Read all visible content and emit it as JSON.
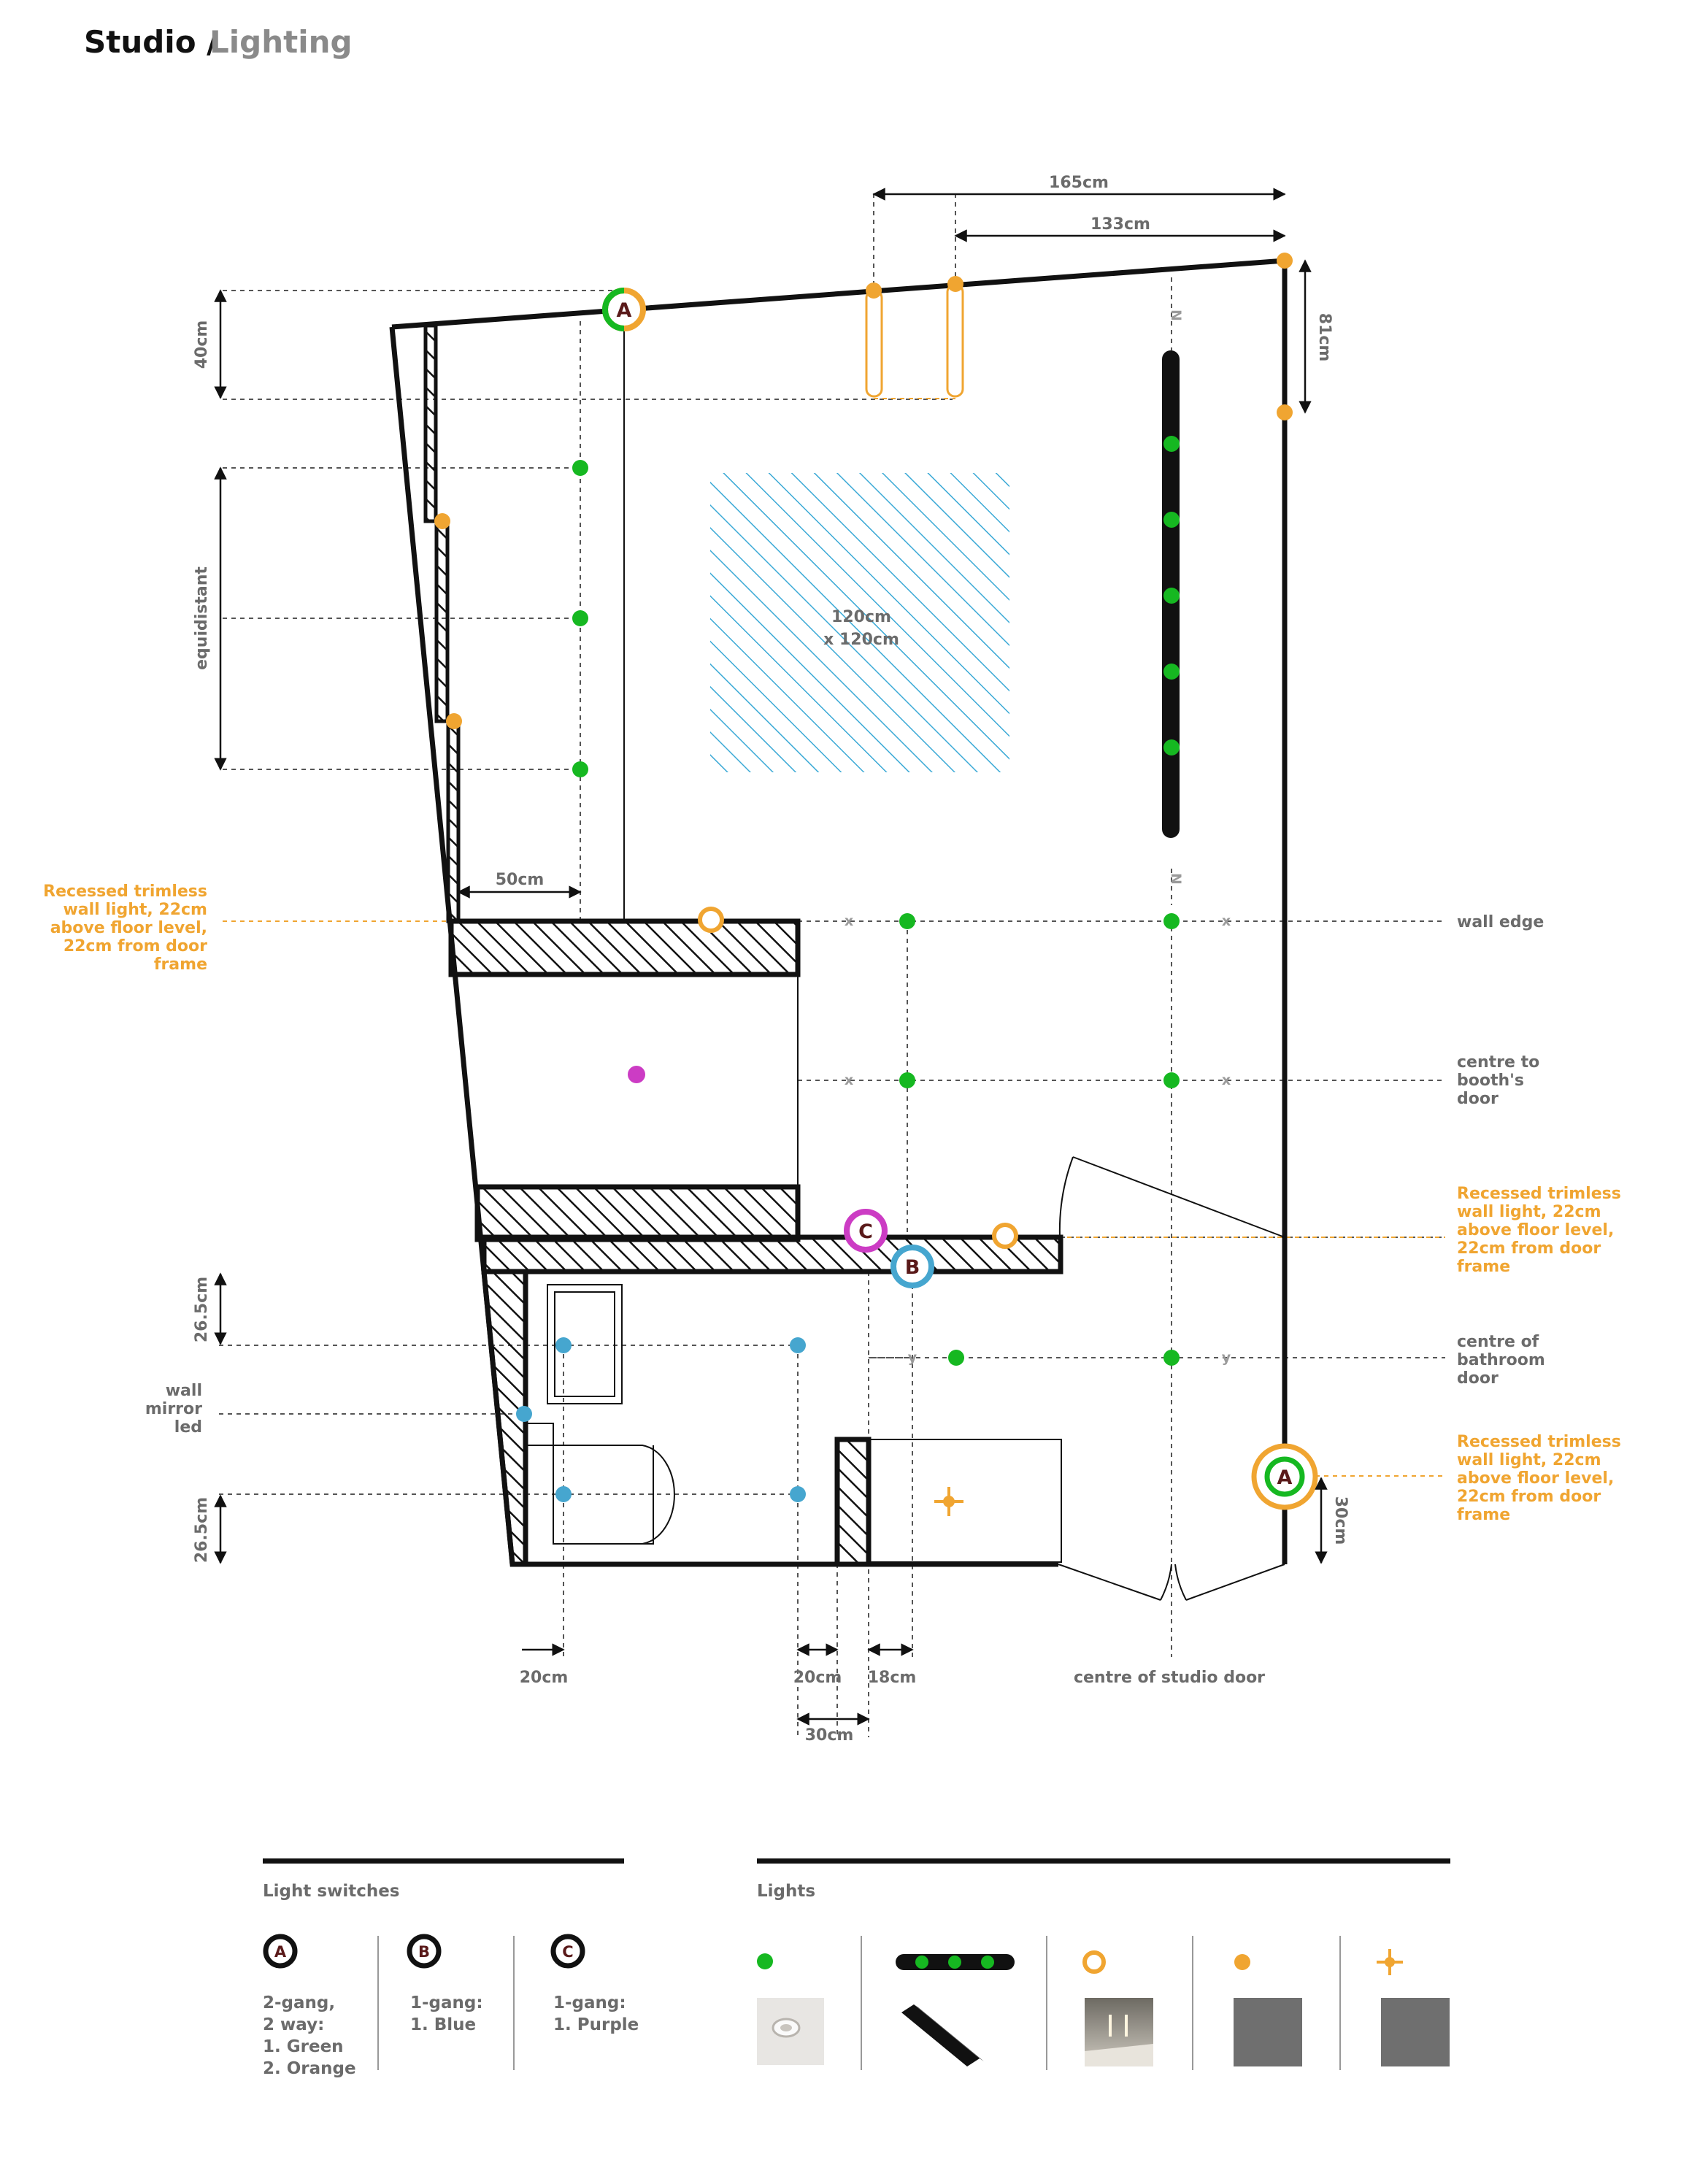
{
  "title": {
    "main": "Studio /",
    "sub": "Lighting"
  },
  "colors": {
    "green": "#16b821",
    "orange": "#f0a531",
    "blue": "#46a6cf",
    "purple": "#cc3cc4",
    "hatch_blue": "#3aa9d6",
    "wall": "#111111",
    "dim": "#6b6b6b"
  },
  "dimensions": {
    "d165": "165cm",
    "d133": "133cm",
    "d40": "40cm",
    "d81": "81cm",
    "equidistant": "equidistant",
    "d50": "50cm",
    "d265_top": "26.5cm",
    "d265_bottom": "26.5cm",
    "d30_right": "30cm",
    "d20_left": "20cm",
    "d20_mid": "20cm",
    "d18": "18cm",
    "d30_bottom": "30cm",
    "square_line1": "120cm",
    "square_line2": "x 120cm"
  },
  "annotations": {
    "left_recessed": [
      "Recessed trimless",
      "wall light, 22cm",
      "above floor level,",
      "22cm from door",
      "frame"
    ],
    "right_recessed_1": [
      "Recessed trimless",
      "wall light, 22cm",
      "above floor level,",
      "22cm from door",
      "frame"
    ],
    "right_recessed_2": [
      "Recessed trimless",
      "wall light, 22cm",
      "above floor level,",
      "22cm from door",
      "frame"
    ],
    "wall_edge": [
      "wall edge"
    ],
    "booth_door": [
      "centre to",
      "booth's",
      "door"
    ],
    "bathroom_door": [
      "centre of",
      "bathroom",
      "door"
    ],
    "wall_mirror": [
      "wall",
      "mirror",
      "led"
    ],
    "studio_door": "centre of studio door",
    "x_mark": "x",
    "y_mark": "y",
    "n_mark": "N"
  },
  "switch_markers": {
    "a": "A",
    "b": "B",
    "c": "C"
  },
  "legend": {
    "switches_title": "Light switches",
    "lights_title": "Lights",
    "switches": [
      {
        "letter": "A",
        "lines": [
          "2-gang,",
          "2 way:",
          "1. Green",
          "2. Orange"
        ]
      },
      {
        "letter": "B",
        "lines": [
          "1-gang:",
          "1. Blue"
        ]
      },
      {
        "letter": "C",
        "lines": [
          "1-gang:",
          "1. Purple"
        ]
      }
    ],
    "lights": [
      {
        "icon": "green-downlight-icon",
        "photo": "recessed-downlight-photo"
      },
      {
        "icon": "led-track-bar-icon",
        "photo": "track-rail-photo"
      },
      {
        "icon": "orange-ring-wall-light-icon",
        "photo": "recessed-wall-light-photo"
      },
      {
        "icon": "orange-dot-light-icon",
        "photo": "grey-placeholder-photo"
      },
      {
        "icon": "orange-sparkle-light-icon",
        "photo": "grey-placeholder-photo"
      }
    ]
  }
}
